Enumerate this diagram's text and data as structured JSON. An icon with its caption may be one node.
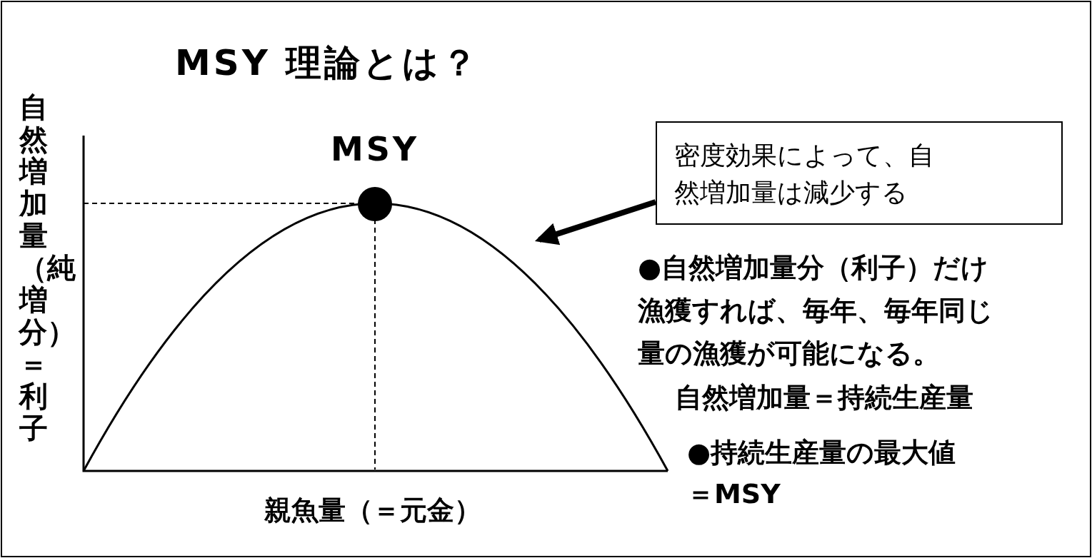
{
  "diagram": {
    "title": "MSY 理論とは？",
    "nodes": [
      {
        "text": [],
        "shape": "curve"
      },
      {
        "text": [],
        "shape": "circle",
        "beside": [
          "MSY"
        ]
      },
      {
        "text": [
          "密度効果によって、自然増加量は減少する"
        ]
      }
    ],
    "edges": [
      {
        "from": 2,
        "to": 0,
        "arrow": "to"
      }
    ],
    "labels": [
      "自然増加量（純増分）＝利子",
      "親魚量（＝元金）",
      "●自然増加量分（利子）だけ漁獲すれば、毎年、毎年同じ量の漁獲が可能になる。",
      "自然増加量＝持続生産量",
      "●持続生産量の最大値＝MSY"
    ]
  }
}
